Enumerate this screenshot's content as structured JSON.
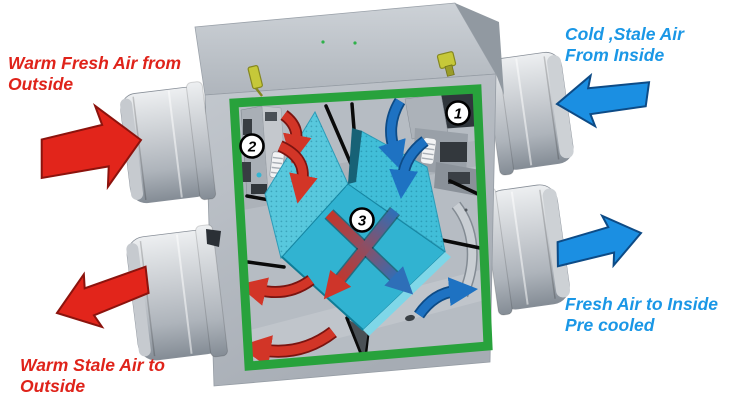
{
  "diagram": {
    "labels": {
      "warm_fresh_in": "Warm Fresh Air from\nOutside",
      "cold_stale_in": "Cold ,Stale Air\nFrom Inside",
      "precooled_out": "Fresh Air to Inside\nPre cooled",
      "warm_stale_out": "Warm Stale Air to\nOutside"
    },
    "badges": {
      "b1": "1",
      "b2": "2",
      "b3": "3"
    },
    "colors": {
      "warm_air_red": "#e2251b",
      "cool_air_blue": "#1b8fe2",
      "frame_green": "#28a23c",
      "core_cyan": "#31b3d1",
      "unit_gray": "#b9bec5",
      "text_red": "#df231a",
      "text_blue": "#1a97e6"
    }
  }
}
